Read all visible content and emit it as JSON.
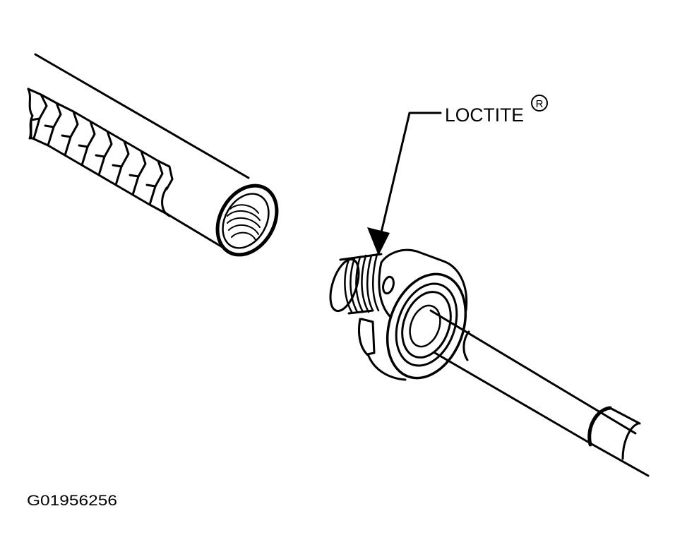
{
  "callout": {
    "label": "LOCTITE",
    "registered_mark": "R"
  },
  "figure_id": "G01956256"
}
